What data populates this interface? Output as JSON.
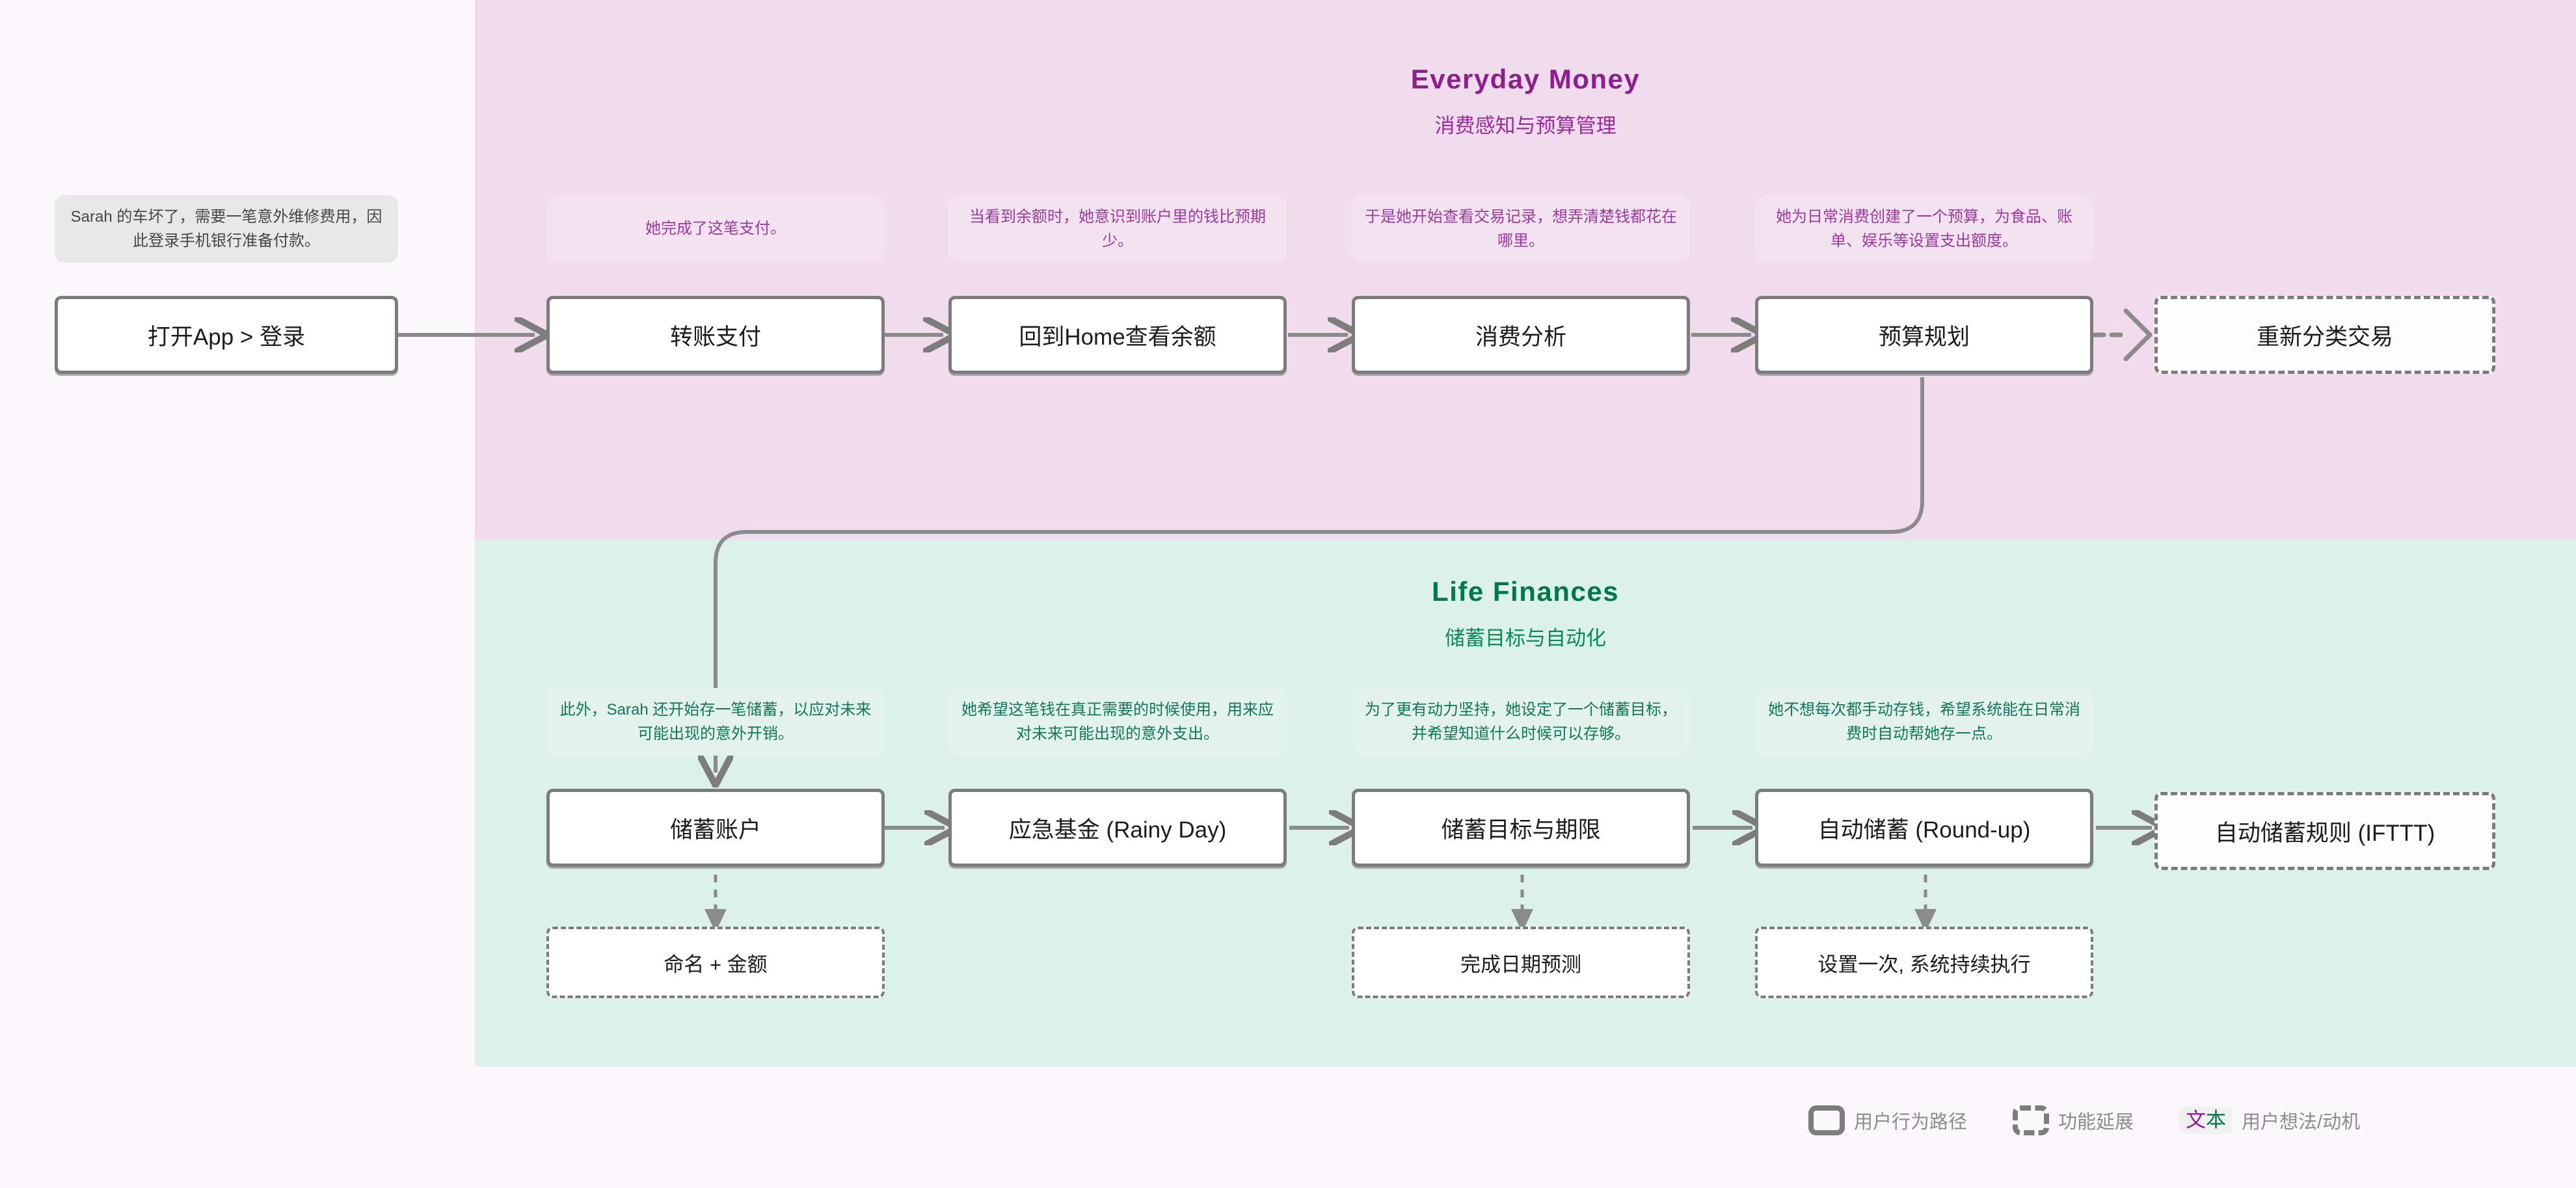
{
  "sections": {
    "everyday": {
      "title": "Everyday Money",
      "subtitle": "消费感知与预算管理",
      "color": "#8e1e8e",
      "band_color": "#f1dced"
    },
    "life": {
      "title": "Life Finances",
      "subtitle": "储蓄目标与自动化",
      "color": "#00794a",
      "band_color": "#dcf1ea"
    }
  },
  "notes": {
    "intro": "Sarah 的车坏了，需要一笔意外维修费用，因此登录手机银行准备付款。",
    "e1": "她完成了这笔支付。",
    "e2": "当看到余额时，她意识到账户里的钱比预期少。",
    "e3": "于是她开始查看交易记录，想弄清楚钱都花在哪里。",
    "e4": "她为日常消费创建了一个预算，为食品、账单、娱乐等设置支出额度。",
    "l1": "此外，Sarah 还开始存一笔储蓄，以应对未来可能出现的意外开销。",
    "l2": "她希望这笔钱在真正需要的时候使用，用来应对未来可能出现的意外支出。",
    "l3": "为了更有动力坚持，她设定了一个储蓄目标，并希望知道什么时候可以存够。",
    "l4": "她不想每次都手动存钱，希望系统能在日常消费时自动帮她存一点。"
  },
  "nodes": {
    "row_everyday": [
      {
        "label": "打开App > 登录",
        "style": "solid"
      },
      {
        "label": "转账支付",
        "style": "solid"
      },
      {
        "label": "回到Home查看余额",
        "style": "solid"
      },
      {
        "label": "消费分析",
        "style": "solid"
      },
      {
        "label": "预算规划",
        "style": "solid"
      },
      {
        "label": "重新分类交易",
        "style": "dashed"
      }
    ],
    "row_life": [
      {
        "label": "储蓄账户",
        "style": "solid"
      },
      {
        "label": "应急基金 (Rainy Day)",
        "style": "solid"
      },
      {
        "label": "储蓄目标与期限",
        "style": "solid"
      },
      {
        "label": "自动储蓄 (Round-up)",
        "style": "solid"
      },
      {
        "label": "自动储蓄规则 (IFTTT)",
        "style": "dashed"
      }
    ],
    "row_life_sub": [
      {
        "label": "命名 + 金额",
        "style": "dashed"
      },
      {
        "label": "完成日期预测",
        "style": "dashed"
      },
      {
        "label": "设置一次, 系统持续执行",
        "style": "dashed"
      }
    ]
  },
  "legend": {
    "items": [
      {
        "icon": "solid-rounded-rect-icon",
        "label": "用户行为路径"
      },
      {
        "icon": "dashed-rounded-rect-icon",
        "label": "功能延展"
      },
      {
        "icon": "text-chip-icon",
        "chip_left": "文",
        "chip_right": "本",
        "label": "用户想法/动机"
      }
    ]
  }
}
